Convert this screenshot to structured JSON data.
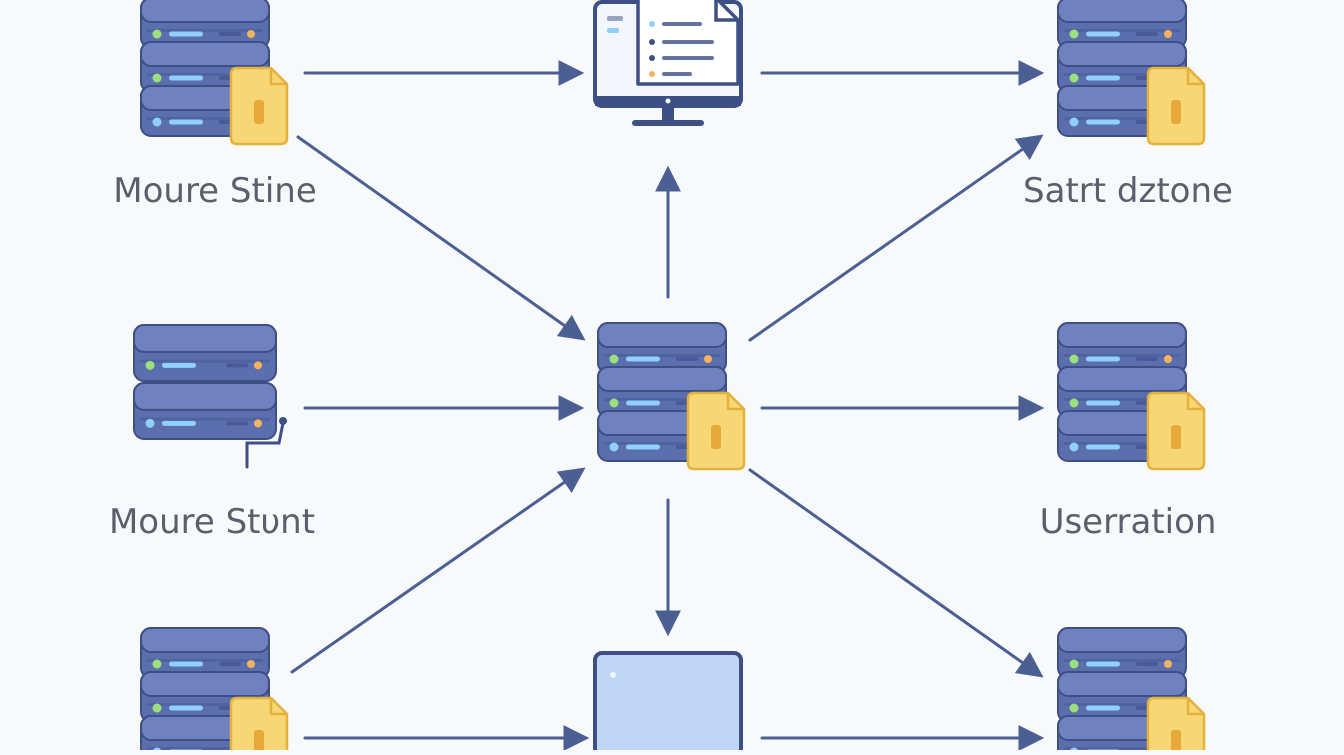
{
  "diagram": {
    "colors": {
      "background": "#f8f9fb",
      "server_body": "#5b6fae",
      "server_top": "#6f82bf",
      "server_edge": "#3e4f86",
      "server_shadow": "#485b97",
      "led_green": "#9be07a",
      "led_orange": "#f4b35c",
      "led_blue": "#8fd0ff",
      "file_fill": "#f7d676",
      "file_edge": "#e3b23c",
      "file_slot": "#e7a93a",
      "monitor_edge": "#3e4f86",
      "monitor_screen": "#f3f6fd",
      "laptop_screen": "#bfd6f6",
      "arrow": "#4c5f93",
      "label": "#5a5f6b"
    },
    "nodes": [
      {
        "id": "server-top-left",
        "icon": "server-file-icon",
        "label": "Moure Stine"
      },
      {
        "id": "monitor-top-center",
        "icon": "monitor-document-icon",
        "label": ""
      },
      {
        "id": "server-top-right",
        "icon": "server-file-icon",
        "label": "Satrt dztone"
      },
      {
        "id": "server-mid-left",
        "icon": "server-plug-icon",
        "label": "Moure Stυnt"
      },
      {
        "id": "server-center-hub",
        "icon": "server-file-icon",
        "label": ""
      },
      {
        "id": "server-mid-right",
        "icon": "server-file-icon",
        "label": "Userration"
      },
      {
        "id": "server-bottom-left",
        "icon": "server-file-icon",
        "label": ""
      },
      {
        "id": "monitor-bottom-center",
        "icon": "monitor-blank-icon",
        "label": ""
      },
      {
        "id": "server-bottom-right",
        "icon": "server-file-icon",
        "label": ""
      }
    ],
    "edges": [
      {
        "from": "server-top-left",
        "to": "monitor-top-center"
      },
      {
        "from": "monitor-top-center",
        "to": "server-top-right"
      },
      {
        "from": "server-top-left",
        "to": "server-center-hub"
      },
      {
        "from": "server-center-hub",
        "to": "monitor-top-center"
      },
      {
        "from": "server-center-hub",
        "to": "server-top-right"
      },
      {
        "from": "server-mid-left",
        "to": "server-center-hub"
      },
      {
        "from": "server-center-hub",
        "to": "server-mid-right"
      },
      {
        "from": "server-bottom-left",
        "to": "server-center-hub"
      },
      {
        "from": "server-center-hub",
        "to": "monitor-bottom-center"
      },
      {
        "from": "server-center-hub",
        "to": "server-bottom-right"
      },
      {
        "from": "server-bottom-left",
        "to": "monitor-bottom-center"
      },
      {
        "from": "monitor-bottom-center",
        "to": "server-bottom-right"
      }
    ]
  }
}
